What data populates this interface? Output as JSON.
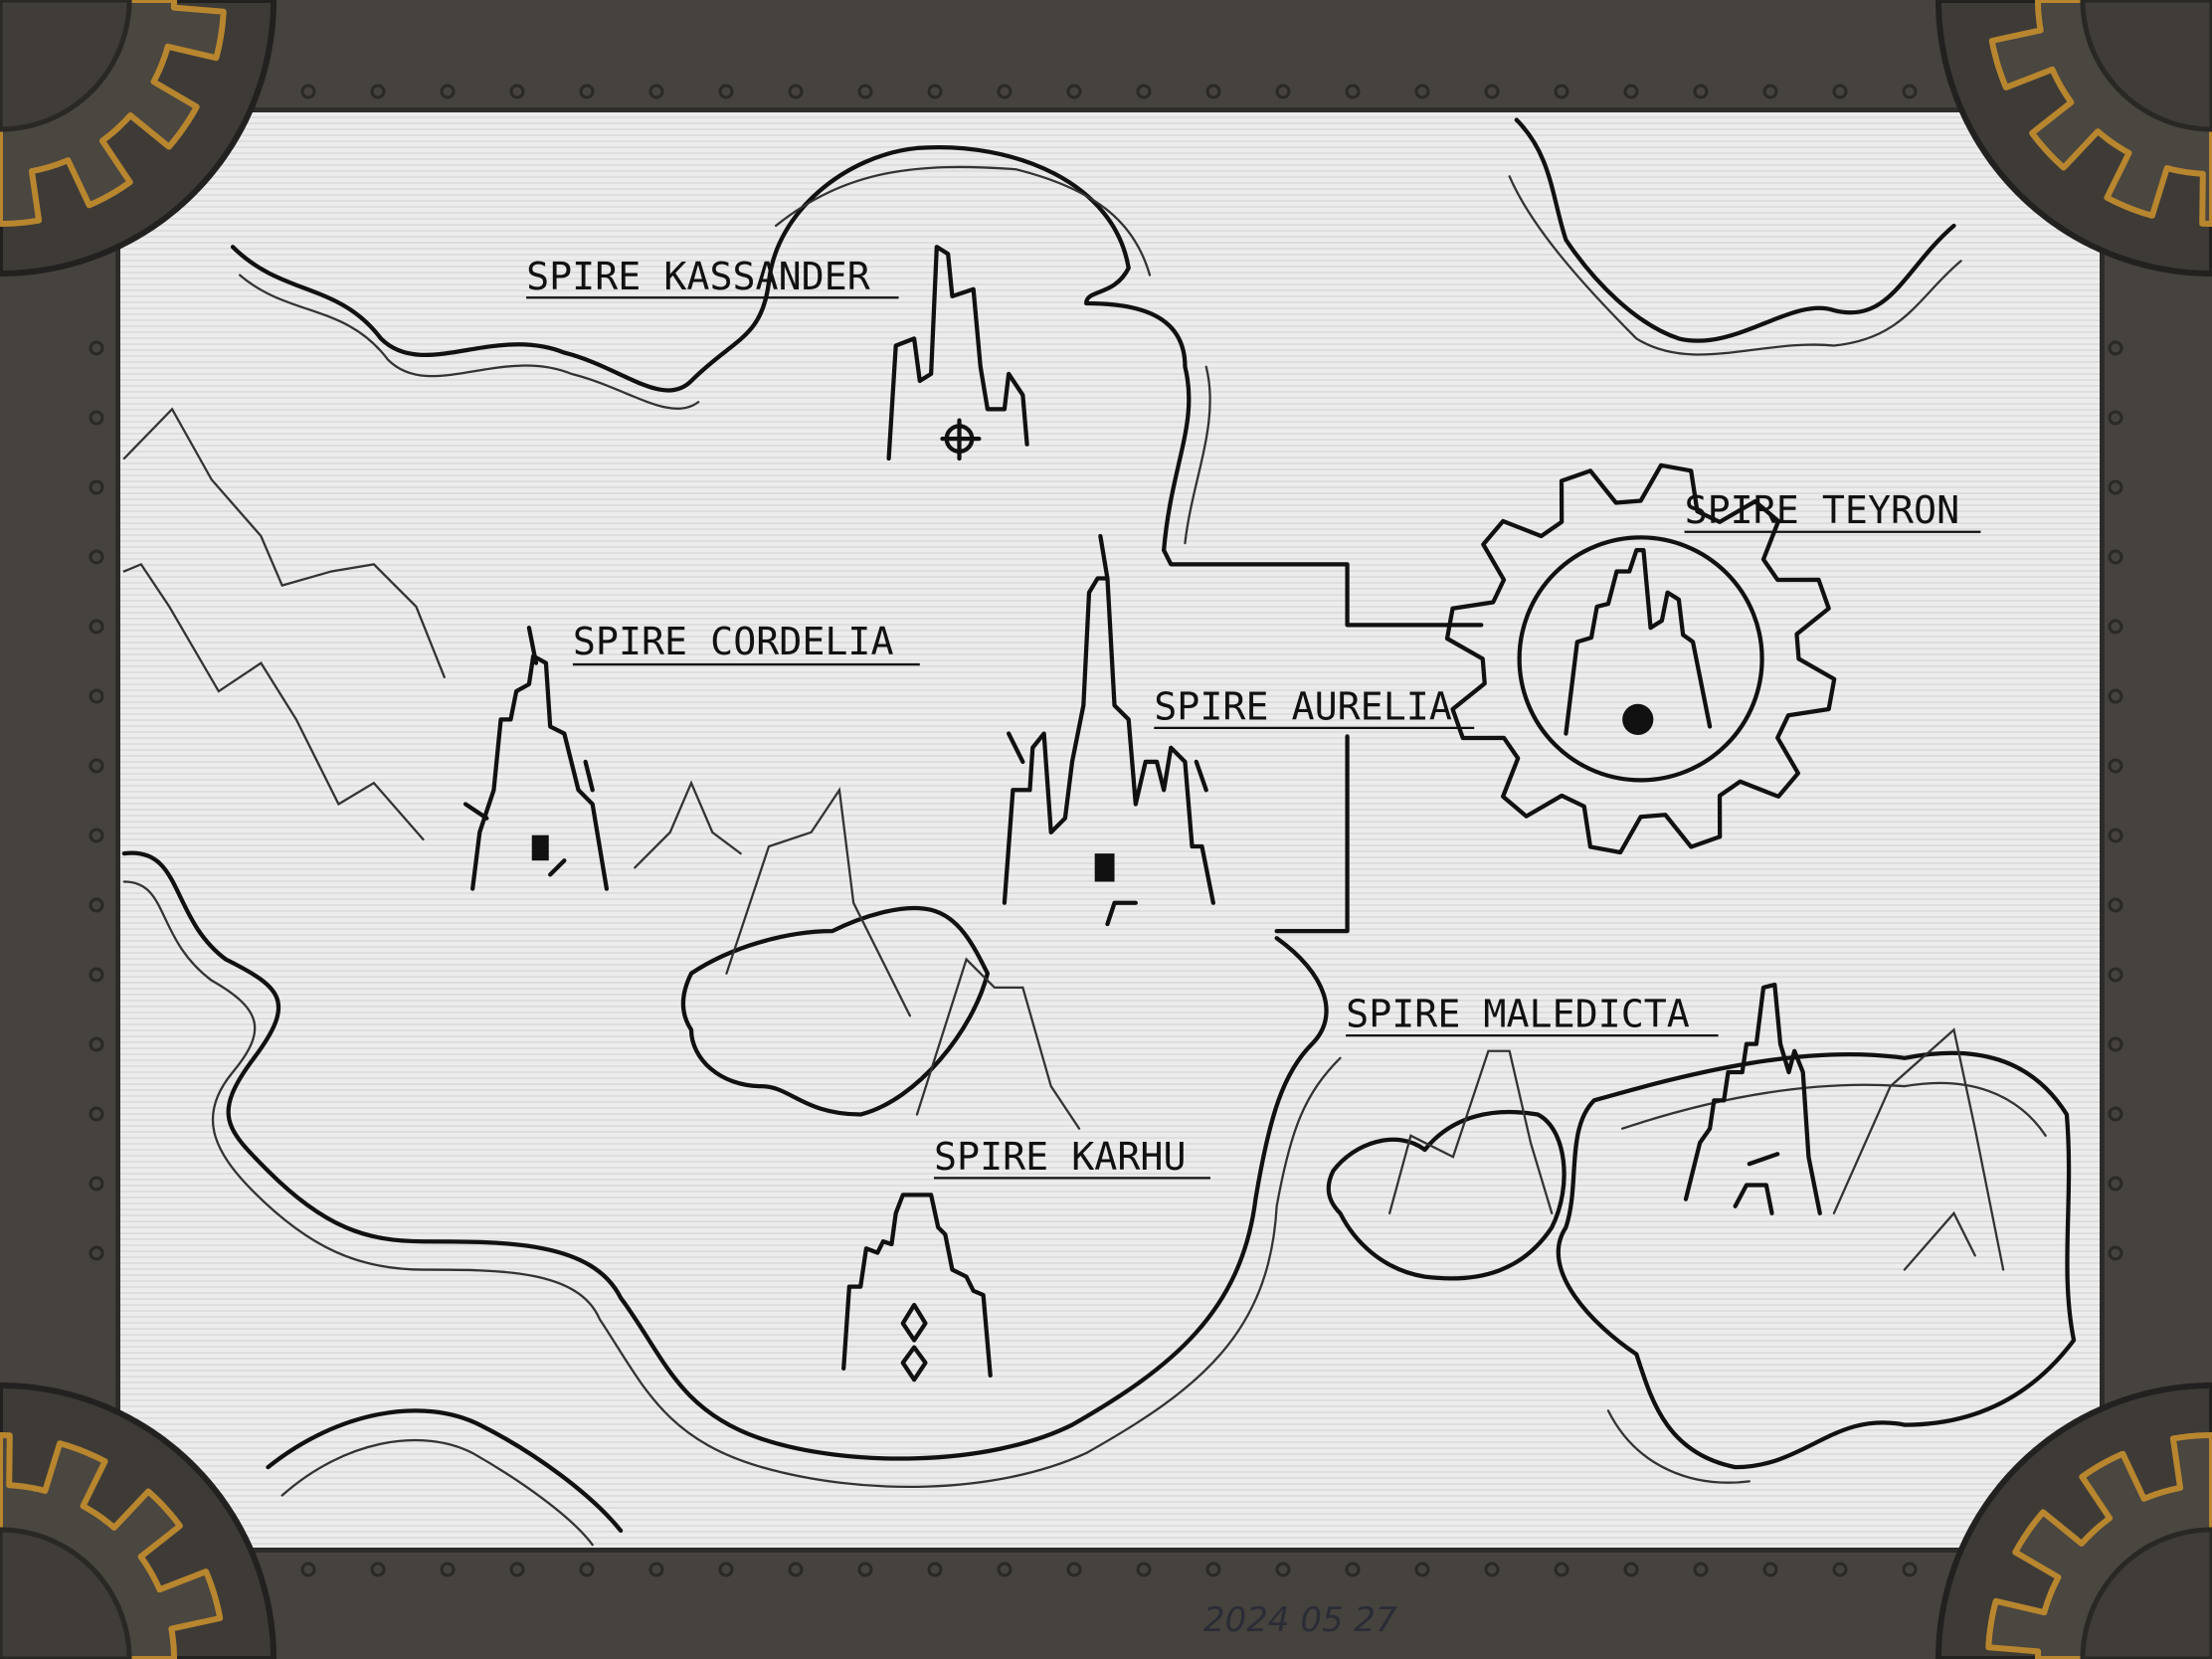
{
  "map": {
    "locations": [
      {
        "id": "kassander",
        "label": "SPIRE KASSANDER"
      },
      {
        "id": "cordelia",
        "label": "SPIRE CORDELIA"
      },
      {
        "id": "aurelia",
        "label": "SPIRE AURELIA"
      },
      {
        "id": "teyron",
        "label": "SPIRE TEYRON"
      },
      {
        "id": "maledicta",
        "label": "SPIRE MALEDICTA"
      },
      {
        "id": "karhu",
        "label": "SPIRE KARHU"
      }
    ],
    "signature": "2024 05 27"
  },
  "colors": {
    "frame": "#46423d",
    "gear_accent": "#b8862e",
    "ink": "#111111",
    "parchment": "#ececec"
  }
}
